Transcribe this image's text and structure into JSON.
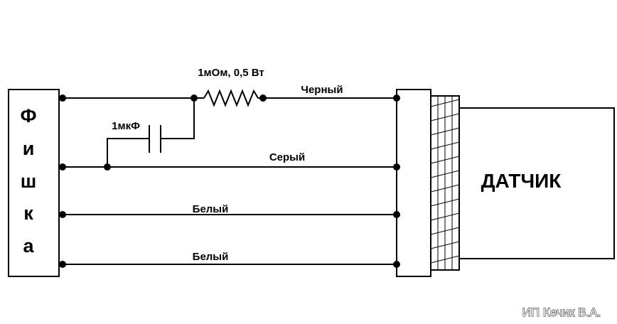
{
  "connector": {
    "letters": [
      "Ф",
      "и",
      "ш",
      "к",
      "а"
    ]
  },
  "resistor": {
    "label": "1мОм, 0,5 Вт"
  },
  "capacitor": {
    "label": "1мкФ"
  },
  "wires": [
    {
      "label": "Черный"
    },
    {
      "label": "Серый"
    },
    {
      "label": "Белый"
    },
    {
      "label": "Белый"
    }
  ],
  "sensor": {
    "label": "ДАТЧИК"
  },
  "watermark": "ИП Кечик В.А."
}
